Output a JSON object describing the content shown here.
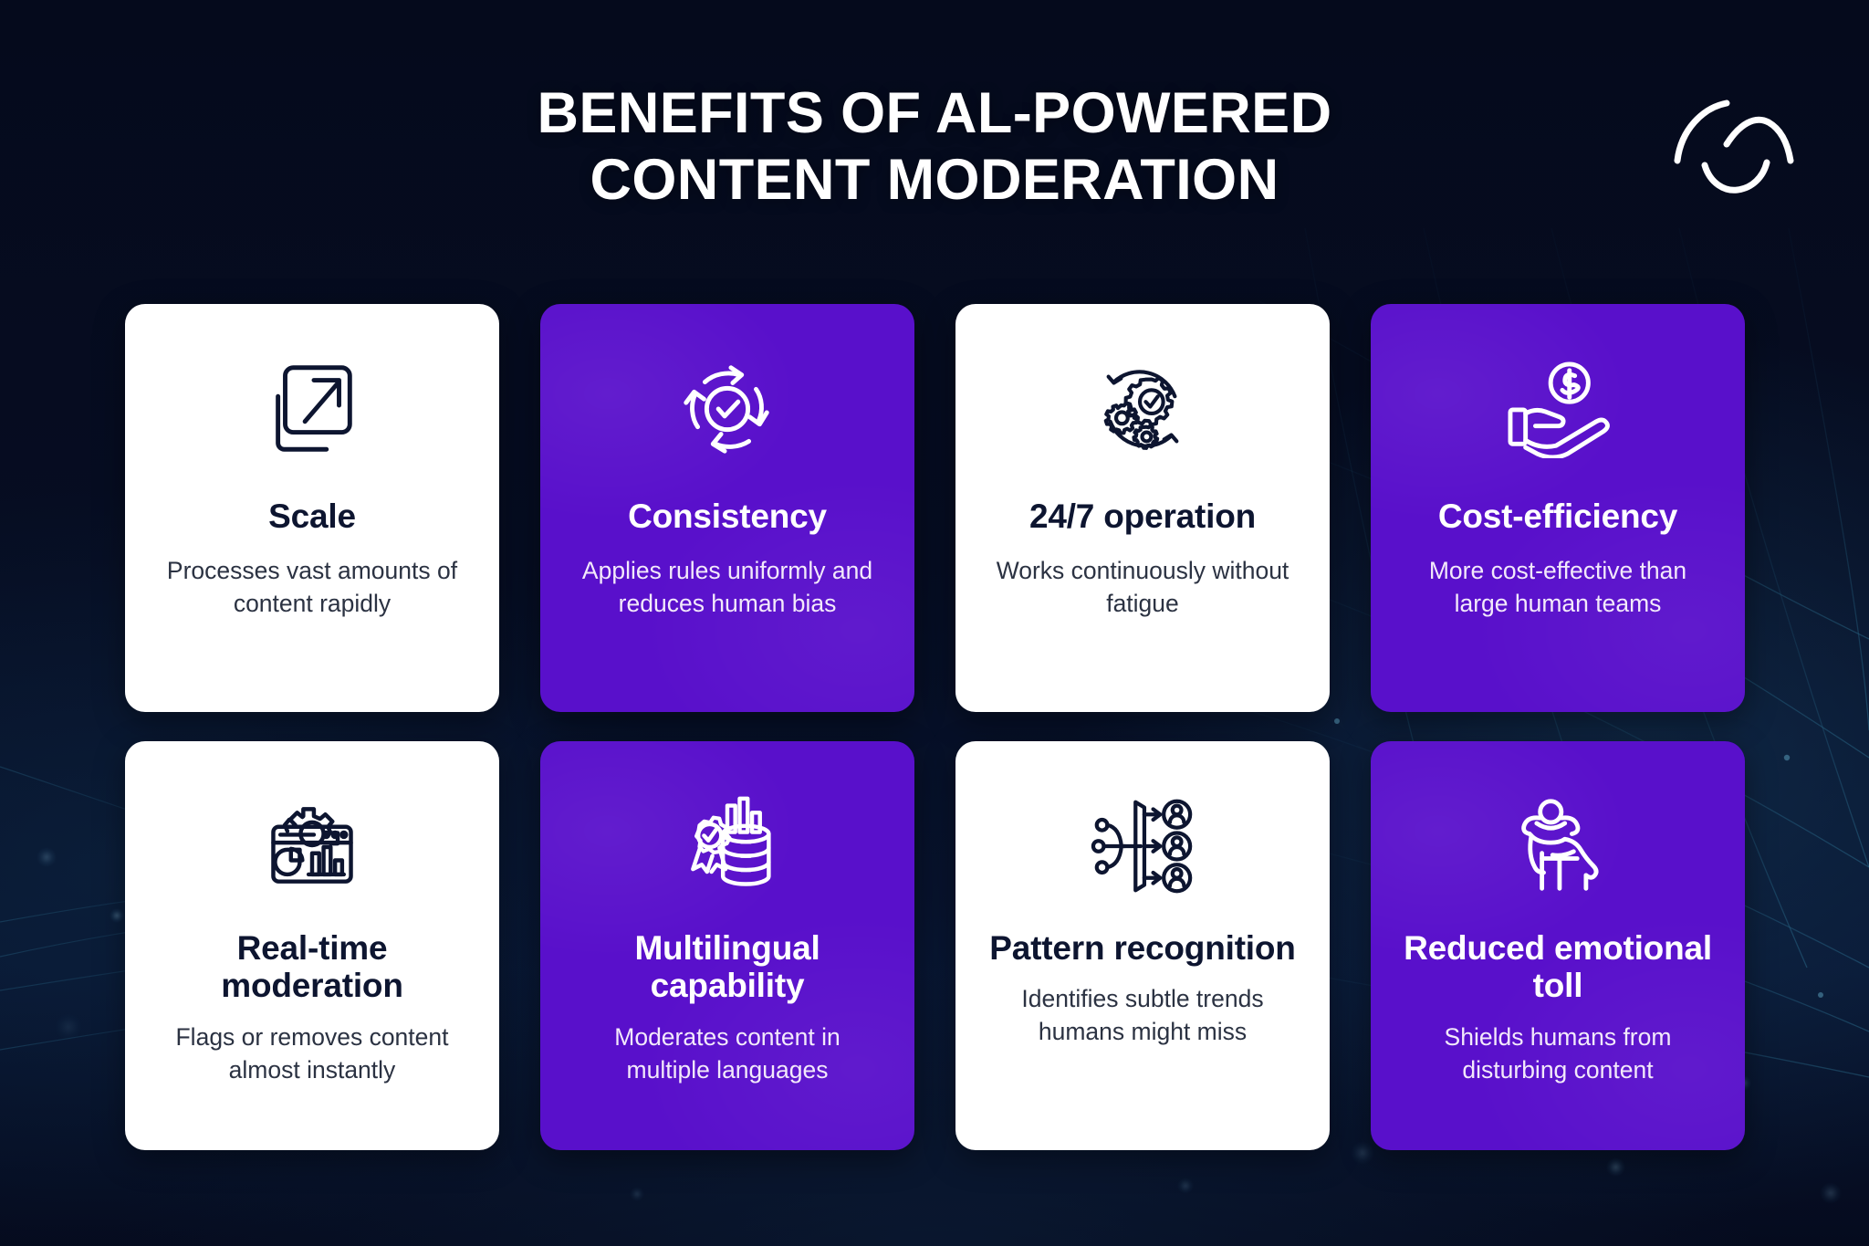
{
  "header": {
    "title_line1": "BENEFITS OF AL-POWERED",
    "title_line2": "CONTENT MODERATION",
    "logo_name": "swoosh-m-logo"
  },
  "colors": {
    "background": "#060d22",
    "card_purple": "#5910cb",
    "card_light": "#ffffff",
    "title_text": "#ffffff",
    "dark_heading": "#0d1530",
    "mesh_line": "#2e6e92"
  },
  "cards": [
    {
      "id": "scale",
      "variant": "light",
      "icon": "scale-expand-arrow-icon",
      "title": "Scale",
      "desc": "Processes vast amounts of content rapidly"
    },
    {
      "id": "consistency",
      "variant": "purple",
      "icon": "circular-arrows-check-icon",
      "title": "Consistency",
      "desc": "Applies rules uniformly and reduces human bias"
    },
    {
      "id": "operation-247",
      "variant": "light",
      "icon": "gears-check-cycle-icon",
      "title": "24/7 operation",
      "desc": "Works continuously without fatigue"
    },
    {
      "id": "cost-efficiency",
      "variant": "purple",
      "icon": "hand-holding-dollar-coin-icon",
      "title": "Cost-efficiency",
      "desc": "More cost-effective than large human teams"
    },
    {
      "id": "real-time-moderation",
      "variant": "light",
      "icon": "dashboard-gear-charts-icon",
      "title": "Real-time moderation",
      "desc": "Flags or removes content almost instantly"
    },
    {
      "id": "multilingual-capability",
      "variant": "purple",
      "icon": "badge-check-database-icon",
      "title": "Multilingual capability",
      "desc": "Moderates content in multiple languages"
    },
    {
      "id": "pattern-recognition",
      "variant": "light",
      "icon": "segmentation-users-icon",
      "title": "Pattern recognition",
      "desc": "Identifies subtle trends humans might miss"
    },
    {
      "id": "reduced-emotional-toll",
      "variant": "purple",
      "icon": "relaxed-person-chair-icon",
      "title": "Reduced emotional toll",
      "desc": "Shields humans from disturbing content"
    }
  ]
}
